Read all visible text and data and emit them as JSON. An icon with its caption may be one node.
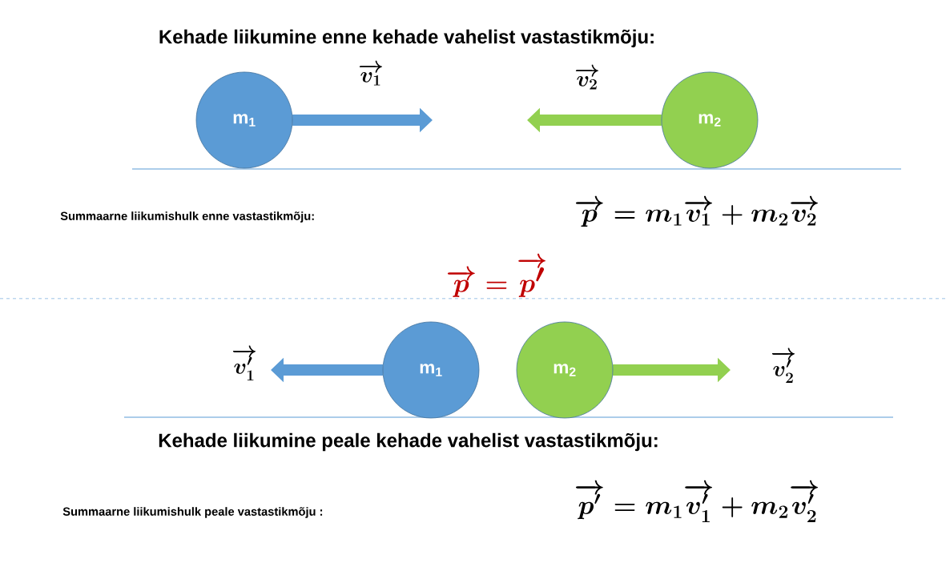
{
  "diagram": {
    "nodes": [
      {
        "text": [
          "m$_{1}$"
        ]
      },
      {
        "text": [
          "m$_{2}$"
        ]
      },
      {
        "text": [
          "m$_{1}$"
        ]
      },
      {
        "text": [
          "m$_{2}$"
        ]
      }
    ],
    "edges": [],
    "labels": [
      "Kehade liikumine enne kehade vahelist vastastikmõju:",
      "\\overrightarrow{v_1}",
      "\\overrightarrow{v_2}",
      "Summaarne liikumishulk enne vastastikmõju:",
      "\\overrightarrow{p}=m_1\\overrightarrow{v_1}+m_2\\overrightarrow{v_2}",
      "\\overrightarrow{p}=\\overrightarrow{p'}",
      "\\overrightarrow{v'_1}",
      "\\overrightarrow{v'_2}",
      "Kehade liikumine peale kehade vahelist vastastikmõju:",
      "Summaarne liikumishulk peale vastastikmõju :",
      "\\overrightarrow{p'}=m_1\\overrightarrow{v'_1}+m_2\\overrightarrow{v'_2}"
    ]
  }
}
